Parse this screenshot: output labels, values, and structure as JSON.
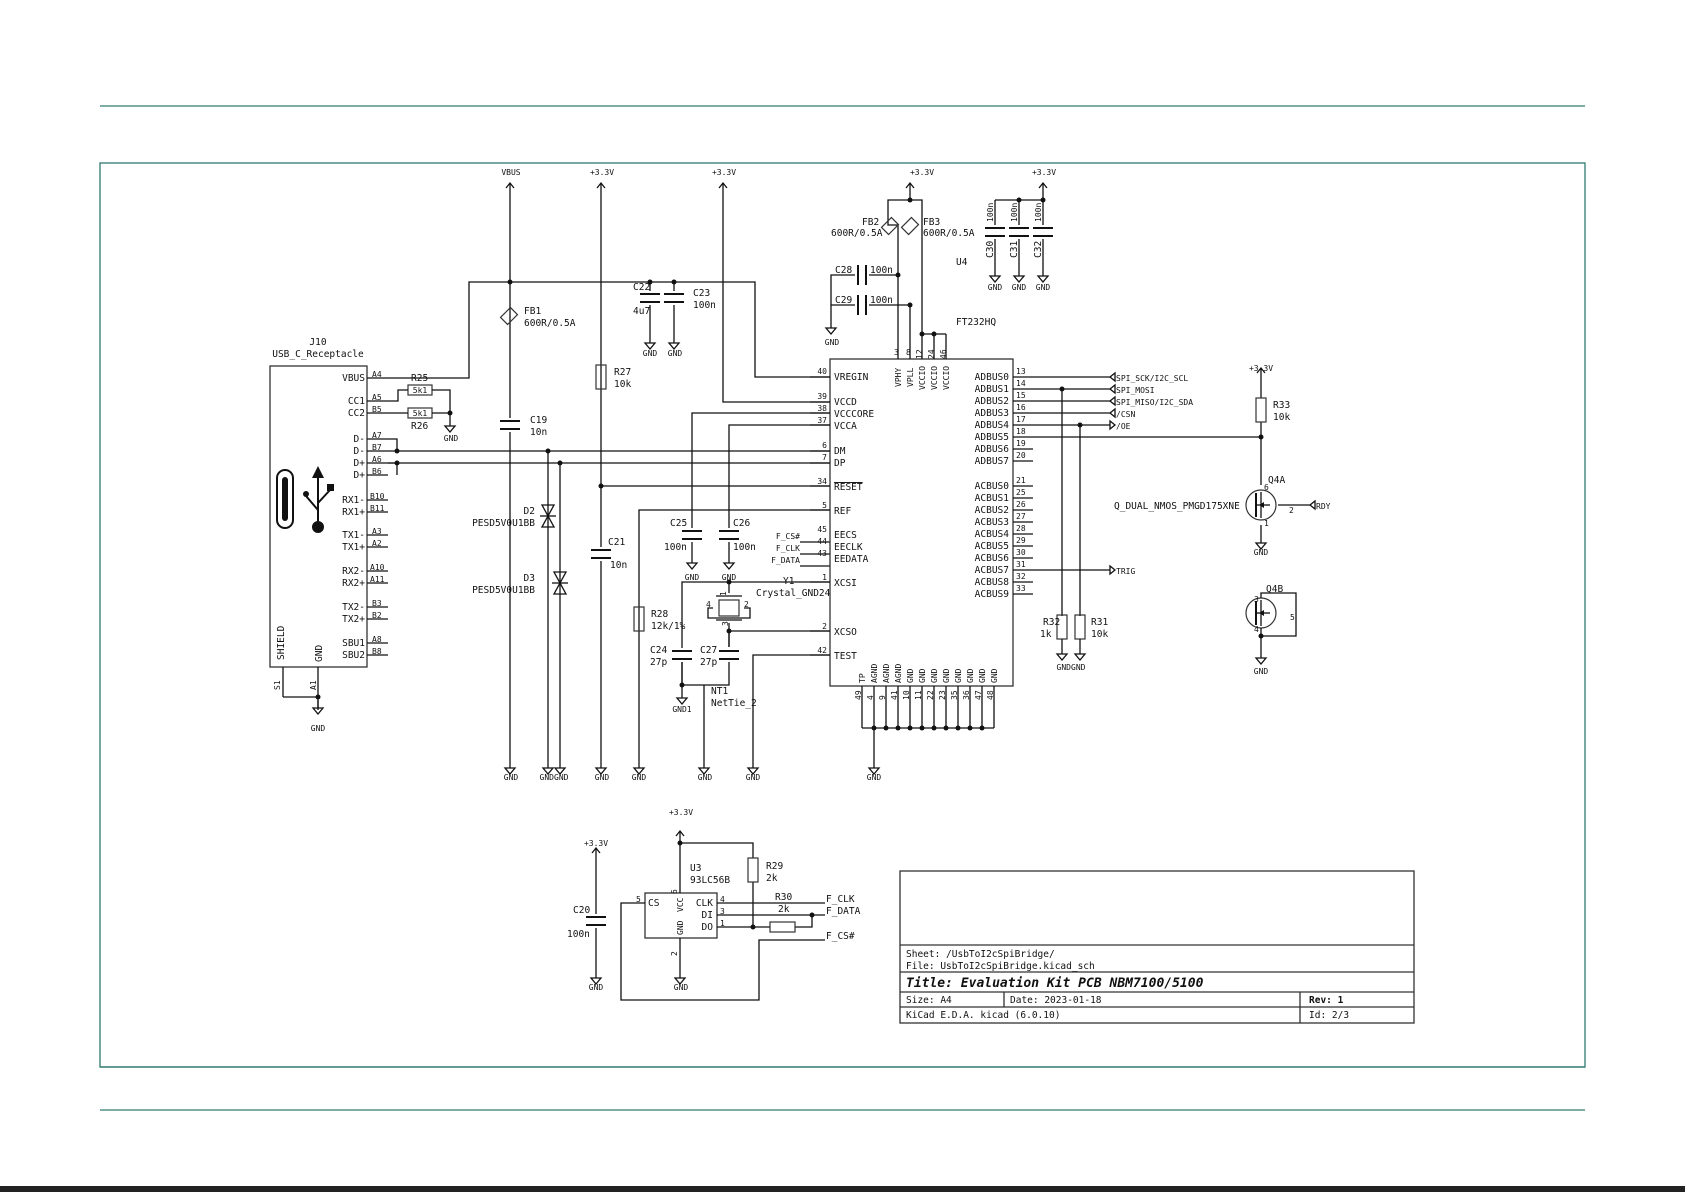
{
  "title_block": {
    "sheet": "Sheet: /UsbToI2cSpiBridge/",
    "file": "File: UsbToI2cSpiBridge.kicad_sch",
    "title": "Title: Evaluation Kit PCB NBM7100/5100",
    "size": "Size: A4",
    "date": "Date: 2023-01-18",
    "rev": "Rev: 1",
    "tool": "KiCad E.D.A.  kicad (6.0.10)",
    "id": "Id: 2/3"
  },
  "power": {
    "vbus": "VBUS",
    "v33": "+3.3V",
    "gnd": "GND",
    "gnd1": "GND1",
    "gndgnd": "GNDGND"
  },
  "j10": {
    "ref": "J10",
    "value": "USB_C_Receptacle",
    "shield": "SHIELD",
    "gnd": "GND",
    "s1": "S1",
    "a1": "A1",
    "pins": [
      {
        "name": "VBUS",
        "num": "A4"
      },
      {
        "name": "CC1",
        "num": "A5"
      },
      {
        "name": "CC2",
        "num": "B5"
      },
      {
        "name": "D-",
        "num": "A7"
      },
      {
        "name": "D-",
        "num": "B7"
      },
      {
        "name": "D+",
        "num": "A6"
      },
      {
        "name": "D+",
        "num": "B6"
      },
      {
        "name": "RX1-",
        "num": "B10"
      },
      {
        "name": "RX1+",
        "num": "B11"
      },
      {
        "name": "TX1-",
        "num": "A3"
      },
      {
        "name": "TX1+",
        "num": "A2"
      },
      {
        "name": "RX2-",
        "num": "A10"
      },
      {
        "name": "RX2+",
        "num": "A11"
      },
      {
        "name": "TX2-",
        "num": "B3"
      },
      {
        "name": "TX2+",
        "num": "B2"
      },
      {
        "name": "SBU1",
        "num": "A8"
      },
      {
        "name": "SBU2",
        "num": "B8"
      }
    ]
  },
  "resistors": {
    "r25": {
      "ref": "R25",
      "value": "5k1"
    },
    "r26": {
      "ref": "R26",
      "value": "5k1"
    },
    "r27": {
      "ref": "R27",
      "value": "10k"
    },
    "r28": {
      "ref": "R28",
      "value": "12k/1%"
    },
    "r29": {
      "ref": "R29",
      "value": "2k"
    },
    "r30": {
      "ref": "R30",
      "value": "2k"
    },
    "r31": {
      "ref": "R31",
      "value": "10k"
    },
    "r32": {
      "ref": "R32",
      "value": "1k"
    },
    "r33": {
      "ref": "R33",
      "value": "10k"
    }
  },
  "capacitors": {
    "c19": {
      "ref": "C19",
      "value": "10n"
    },
    "c20": {
      "ref": "C20",
      "value": "100n"
    },
    "c21": {
      "ref": "C21",
      "value": "10n"
    },
    "c22": {
      "ref": "C22",
      "value": "4u7"
    },
    "c23": {
      "ref": "C23",
      "value": "100n"
    },
    "c24": {
      "ref": "C24",
      "value": "27p"
    },
    "c25": {
      "ref": "C25",
      "value": "100n"
    },
    "c26": {
      "ref": "C26",
      "value": "100n"
    },
    "c27": {
      "ref": "C27",
      "value": "27p"
    },
    "c28": {
      "ref": "C28",
      "value": "100n"
    },
    "c29": {
      "ref": "C29",
      "value": "100n"
    },
    "c30": {
      "ref": "C30",
      "value": "100n"
    },
    "c31": {
      "ref": "C31",
      "value": "100n"
    },
    "c32": {
      "ref": "C32",
      "value": "100n"
    }
  },
  "ferrites": {
    "fb1": {
      "ref": "FB1",
      "value": "600R/0.5A"
    },
    "fb2": {
      "ref": "FB2",
      "value": "600R/0.5A"
    },
    "fb3": {
      "ref": "FB3",
      "value": "600R/0.5A"
    }
  },
  "diodes": {
    "d2": {
      "ref": "D2",
      "value": "PESD5V0U1BB"
    },
    "d3": {
      "ref": "D3",
      "value": "PESD5V0U1BB"
    }
  },
  "crystal": {
    "ref": "Y1",
    "value": "Crystal_GND24",
    "p1": "1",
    "p2": "2",
    "p3": "3",
    "p4": "4"
  },
  "nettie": {
    "ref": "NT1",
    "value": "NetTie_2"
  },
  "u4": {
    "ref": "U4",
    "value": "FT232HQ",
    "left_pins": [
      {
        "name": "VREGIN",
        "num": "40"
      },
      {
        "name": "VCCD",
        "num": "39"
      },
      {
        "name": "VCCCORE",
        "num": "38"
      },
      {
        "name": "VCCA",
        "num": "37"
      },
      {
        "name": "DM",
        "num": "6"
      },
      {
        "name": "DP",
        "num": "7"
      },
      {
        "name": "RESET",
        "num": "34"
      },
      {
        "name": "REF",
        "num": "5"
      },
      {
        "name": "EECS",
        "num": "45"
      },
      {
        "name": "EECLK",
        "num": "44"
      },
      {
        "name": "EEDATA",
        "num": "43"
      },
      {
        "name": "XCSI",
        "num": "1"
      },
      {
        "name": "XCSO",
        "num": "2"
      },
      {
        "name": "TEST",
        "num": "42"
      }
    ],
    "right_pins": [
      {
        "name": "ADBUS0",
        "num": "13"
      },
      {
        "name": "ADBUS1",
        "num": "14"
      },
      {
        "name": "ADBUS2",
        "num": "15"
      },
      {
        "name": "ADBUS3",
        "num": "16"
      },
      {
        "name": "ADBUS4",
        "num": "17"
      },
      {
        "name": "ADBUS5",
        "num": "18"
      },
      {
        "name": "ADBUS6",
        "num": "19"
      },
      {
        "name": "ADBUS7",
        "num": "20"
      },
      {
        "name": "ACBUS0",
        "num": "21"
      },
      {
        "name": "ACBUS1",
        "num": "25"
      },
      {
        "name": "ACBUS2",
        "num": "26"
      },
      {
        "name": "ACBUS3",
        "num": "27"
      },
      {
        "name": "ACBUS4",
        "num": "28"
      },
      {
        "name": "ACBUS5",
        "num": "29"
      },
      {
        "name": "ACBUS6",
        "num": "30"
      },
      {
        "name": "ACBUS7",
        "num": "31"
      },
      {
        "name": "ACBUS8",
        "num": "32"
      },
      {
        "name": "ACBUS9",
        "num": "33"
      }
    ],
    "top_pins": [
      {
        "name": "VPHY",
        "num": "3"
      },
      {
        "name": "VPLL",
        "num": "8"
      },
      {
        "name": "VCCIO",
        "num": "12"
      },
      {
        "name": "VCCIO",
        "num": "24"
      },
      {
        "name": "VCCIO",
        "num": "46"
      }
    ],
    "bottom_pins": [
      {
        "name": "TP",
        "num": "49"
      },
      {
        "name": "AGND",
        "num": "4"
      },
      {
        "name": "AGND",
        "num": "9"
      },
      {
        "name": "AGND",
        "num": "41"
      },
      {
        "name": "GND",
        "num": "10"
      },
      {
        "name": "GND",
        "num": "11"
      },
      {
        "name": "GND",
        "num": "22"
      },
      {
        "name": "GND",
        "num": "23"
      },
      {
        "name": "GND",
        "num": "35"
      },
      {
        "name": "GND",
        "num": "36"
      },
      {
        "name": "GND",
        "num": "47"
      },
      {
        "name": "GND",
        "num": "48"
      }
    ]
  },
  "u3": {
    "ref": "U3",
    "value": "93LC56B",
    "pins": [
      {
        "name": "CS",
        "num": "5"
      },
      {
        "name": "VCC",
        "num": "6"
      },
      {
        "name": "CLK",
        "num": "4"
      },
      {
        "name": "DI",
        "num": "3"
      },
      {
        "name": "DO",
        "num": "1"
      },
      {
        "name": "GND",
        "num": "2"
      }
    ]
  },
  "q4a": {
    "ref": "Q4A",
    "value": "Q_DUAL_NMOS_PMGD175XNE",
    "p6": "6",
    "p1": "1",
    "p2": "2"
  },
  "q4b": {
    "ref": "Q4B",
    "p3": "3",
    "p4": "4",
    "p5": "5"
  },
  "nets": {
    "spi_sck": "SPI_SCK/I2C_SCL",
    "spi_mosi": "SPI_MOSI",
    "spi_miso": "SPI_MISO/I2C_SDA",
    "csn": "/CSN",
    "oe": "/OE",
    "trig": "TRIG",
    "rdy": "RDY",
    "f_cs": "F_CS#",
    "f_clk": "F_CLK",
    "f_data": "F_DATA"
  },
  "colors": {
    "frame": "#2e7a6e",
    "wire": "#111111"
  }
}
